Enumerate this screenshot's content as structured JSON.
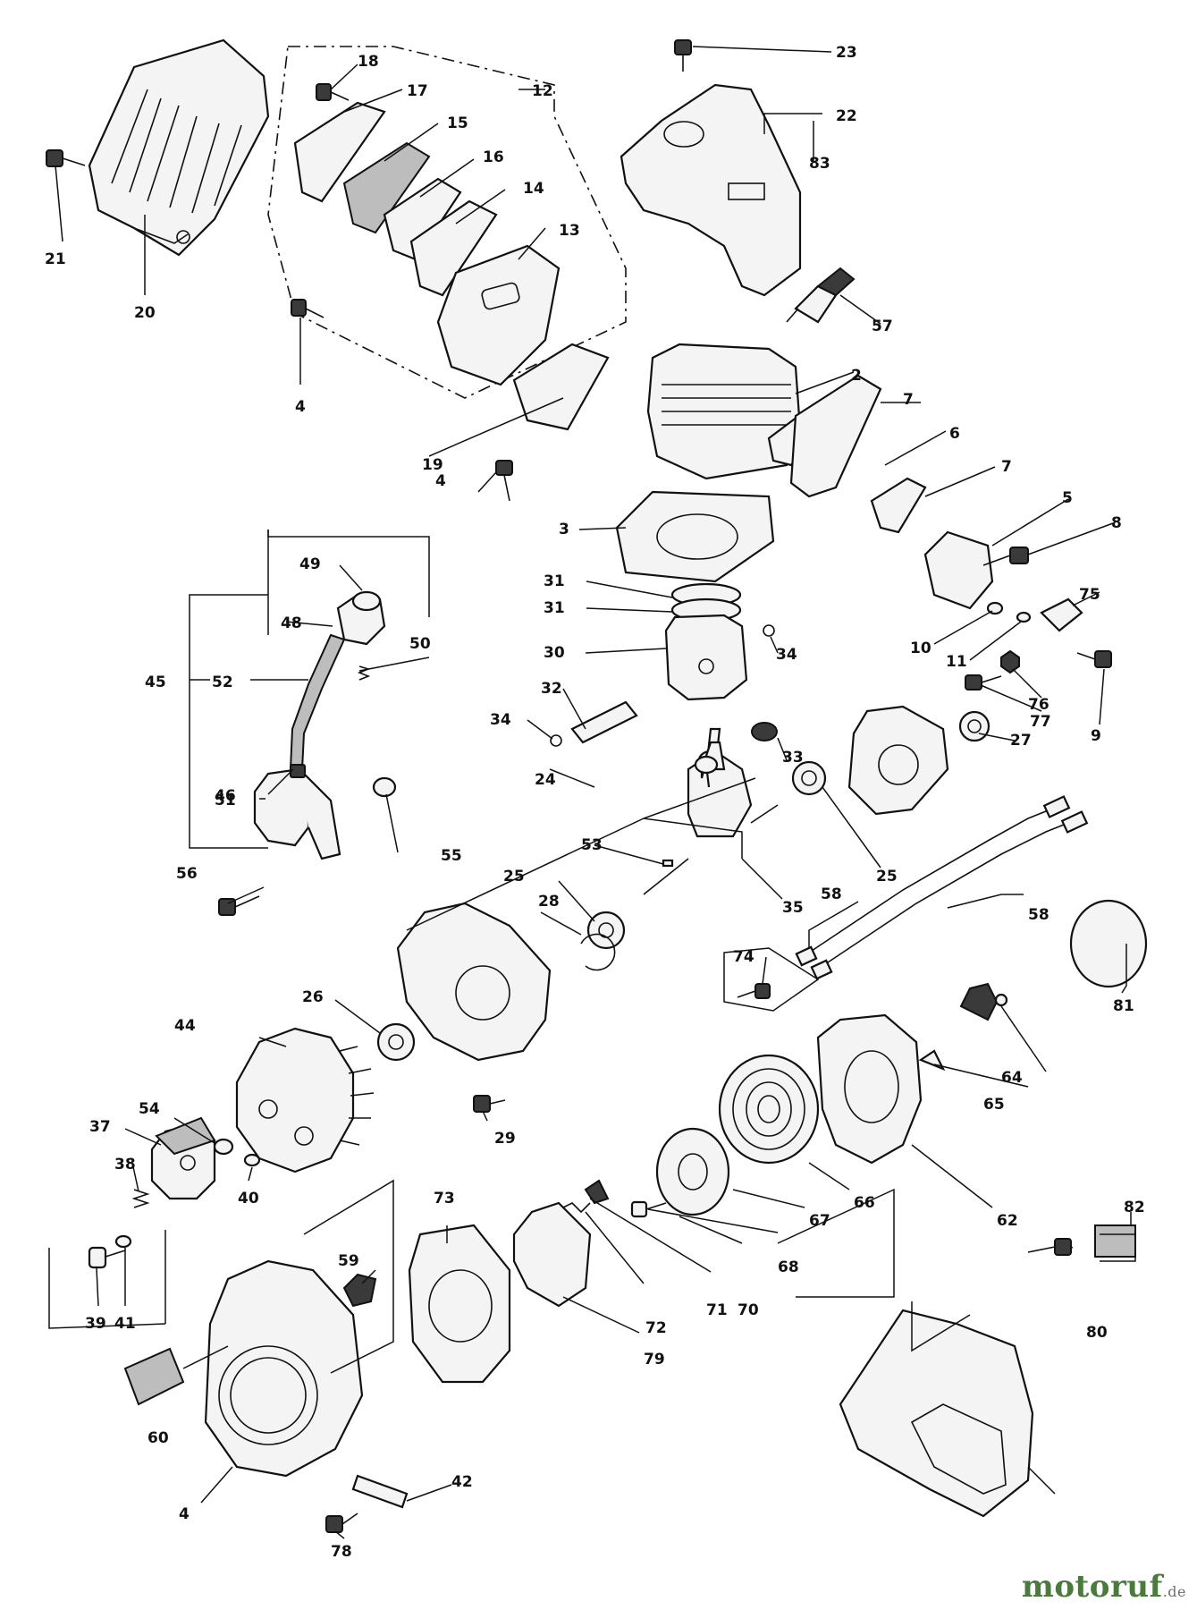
{
  "watermark": {
    "text": "motoruf",
    "suffix": ".de",
    "color": "#4a7a3c"
  },
  "callouts": [
    {
      "id": "c18",
      "label": "18"
    },
    {
      "id": "c17",
      "label": "17"
    },
    {
      "id": "c12",
      "label": "12"
    },
    {
      "id": "c15",
      "label": "15"
    },
    {
      "id": "c16",
      "label": "16"
    },
    {
      "id": "c14",
      "label": "14"
    },
    {
      "id": "c13",
      "label": "13"
    },
    {
      "id": "c21",
      "label": "21"
    },
    {
      "id": "c20",
      "label": "20"
    },
    {
      "id": "c4a",
      "label": "4"
    },
    {
      "id": "c19",
      "label": "19"
    },
    {
      "id": "c23",
      "label": "23"
    },
    {
      "id": "c22",
      "label": "22"
    },
    {
      "id": "c83",
      "label": "83"
    },
    {
      "id": "c57",
      "label": "57"
    },
    {
      "id": "c2",
      "label": "2"
    },
    {
      "id": "c7a",
      "label": "7"
    },
    {
      "id": "c6",
      "label": "6"
    },
    {
      "id": "c7b",
      "label": "7"
    },
    {
      "id": "c4b",
      "label": "4"
    },
    {
      "id": "c3",
      "label": "3"
    },
    {
      "id": "c5",
      "label": "5"
    },
    {
      "id": "c8",
      "label": "8"
    },
    {
      "id": "c75",
      "label": "75"
    },
    {
      "id": "c10",
      "label": "10"
    },
    {
      "id": "c11",
      "label": "11"
    },
    {
      "id": "c76",
      "label": "76"
    },
    {
      "id": "c77",
      "label": "77"
    },
    {
      "id": "c9",
      "label": "9"
    },
    {
      "id": "c31a",
      "label": "31"
    },
    {
      "id": "c31b",
      "label": "31"
    },
    {
      "id": "c30",
      "label": "30"
    },
    {
      "id": "c34a",
      "label": "34"
    },
    {
      "id": "c32",
      "label": "32"
    },
    {
      "id": "c34b",
      "label": "34"
    },
    {
      "id": "c49",
      "label": "49"
    },
    {
      "id": "c50",
      "label": "50"
    },
    {
      "id": "c48",
      "label": "48"
    },
    {
      "id": "c45",
      "label": "45"
    },
    {
      "id": "c52",
      "label": "52"
    },
    {
      "id": "c51",
      "label": "51"
    },
    {
      "id": "c46",
      "label": "46"
    },
    {
      "id": "c24",
      "label": "24"
    },
    {
      "id": "c33",
      "label": "33"
    },
    {
      "id": "c27",
      "label": "27"
    },
    {
      "id": "c55",
      "label": "55"
    },
    {
      "id": "c53",
      "label": "53"
    },
    {
      "id": "c25a",
      "label": "25"
    },
    {
      "id": "c25b",
      "label": "25"
    },
    {
      "id": "c56",
      "label": "56"
    },
    {
      "id": "c28",
      "label": "28"
    },
    {
      "id": "c35",
      "label": "35"
    },
    {
      "id": "c58a",
      "label": "58"
    },
    {
      "id": "c58b",
      "label": "58"
    },
    {
      "id": "c74",
      "label": "74"
    },
    {
      "id": "c81",
      "label": "81"
    },
    {
      "id": "c26",
      "label": "26"
    },
    {
      "id": "c44",
      "label": "44"
    },
    {
      "id": "c64",
      "label": "64"
    },
    {
      "id": "c65",
      "label": "65"
    },
    {
      "id": "c54",
      "label": "54"
    },
    {
      "id": "c37",
      "label": "37"
    },
    {
      "id": "c29",
      "label": "29"
    },
    {
      "id": "c38",
      "label": "38"
    },
    {
      "id": "c40",
      "label": "40"
    },
    {
      "id": "c62",
      "label": "62"
    },
    {
      "id": "c73",
      "label": "73"
    },
    {
      "id": "c66",
      "label": "66"
    },
    {
      "id": "c67",
      "label": "67"
    },
    {
      "id": "c82",
      "label": "82"
    },
    {
      "id": "c39",
      "label": "39"
    },
    {
      "id": "c41",
      "label": "41"
    },
    {
      "id": "c59",
      "label": "59"
    },
    {
      "id": "c68",
      "label": "68"
    },
    {
      "id": "c70",
      "label": "70"
    },
    {
      "id": "c71",
      "label": "71"
    },
    {
      "id": "c72",
      "label": "72"
    },
    {
      "id": "c79",
      "label": "79"
    },
    {
      "id": "c80",
      "label": "80"
    },
    {
      "id": "c60",
      "label": "60"
    },
    {
      "id": "c42",
      "label": "42"
    },
    {
      "id": "c4c",
      "label": "4"
    },
    {
      "id": "c78",
      "label": "78"
    }
  ]
}
